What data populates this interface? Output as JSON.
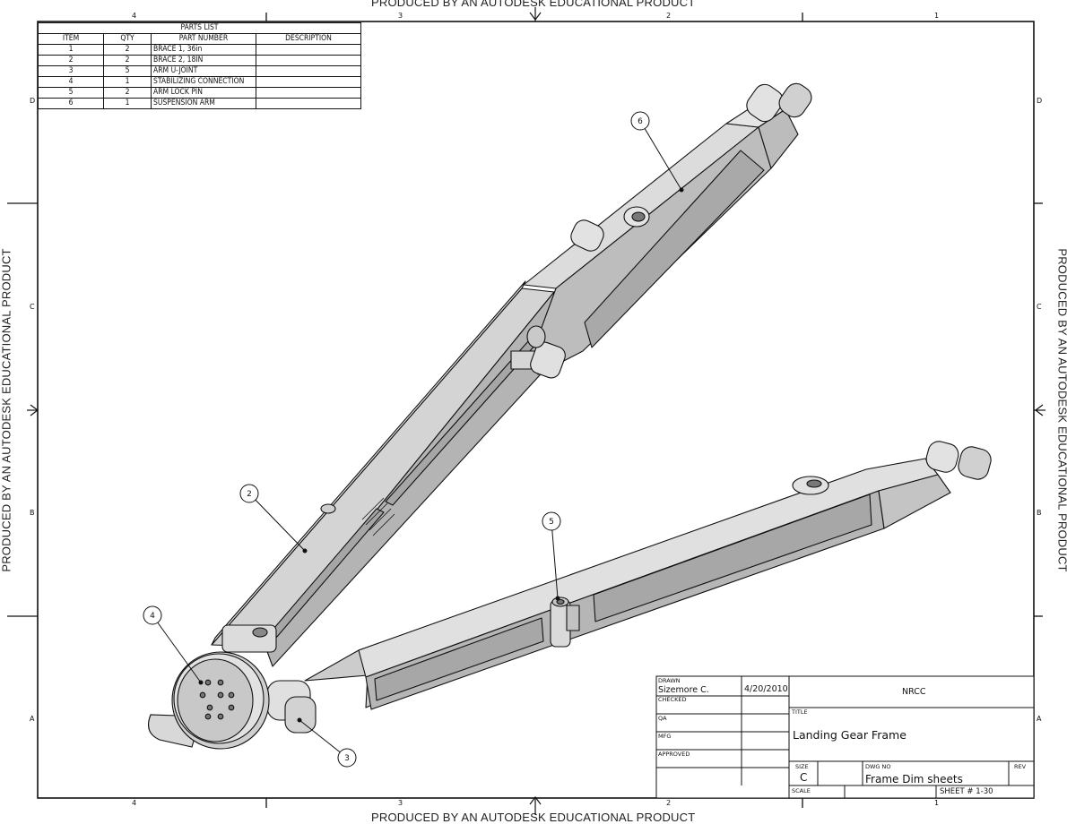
{
  "watermark": "PRODUCED BY AN AUTODESK EDUCATIONAL PRODUCT",
  "zones": {
    "columns": [
      "4",
      "3",
      "2",
      "1"
    ],
    "rows": [
      "D",
      "C",
      "B",
      "A"
    ]
  },
  "parts_list": {
    "title": "PARTS LIST",
    "headers": [
      "ITEM",
      "QTY",
      "PART NUMBER",
      "DESCRIPTION"
    ],
    "rows": [
      {
        "item": "1",
        "qty": "2",
        "part": "BRACE 1, 36in",
        "desc": ""
      },
      {
        "item": "2",
        "qty": "2",
        "part": "BRACE 2, 18IN",
        "desc": ""
      },
      {
        "item": "3",
        "qty": "5",
        "part": "ARM U-JOINT",
        "desc": ""
      },
      {
        "item": "4",
        "qty": "1",
        "part": "STABILIZING CONNECTION",
        "desc": ""
      },
      {
        "item": "5",
        "qty": "2",
        "part": "ARM LOCK PIN",
        "desc": ""
      },
      {
        "item": "6",
        "qty": "1",
        "part": "SUSPENSION ARM",
        "desc": ""
      }
    ]
  },
  "balloons": [
    "6",
    "2",
    "5",
    "4",
    "3"
  ],
  "title_block": {
    "drawn_label": "DRAWN",
    "drawn_by": "Sizemore C.",
    "drawn_date": "4/20/2010",
    "checked_label": "CHECKED",
    "qa_label": "QA",
    "mfg_label": "MFG",
    "approved_label": "APPROVED",
    "company": "NRCC",
    "title_label": "TITLE",
    "title": "Landing Gear Frame",
    "size_label": "SIZE",
    "size": "C",
    "dwg_no_label": "DWG NO",
    "dwg_no": "Frame Dim sheets",
    "rev_label": "REV",
    "scale_label": "SCALE",
    "sheet": "SHEET # 1-30"
  },
  "colors": {
    "part_fill": "#d6d6d6",
    "part_dark": "#a9a9a9",
    "part_light": "#e8e8e8",
    "line": "#111111"
  }
}
